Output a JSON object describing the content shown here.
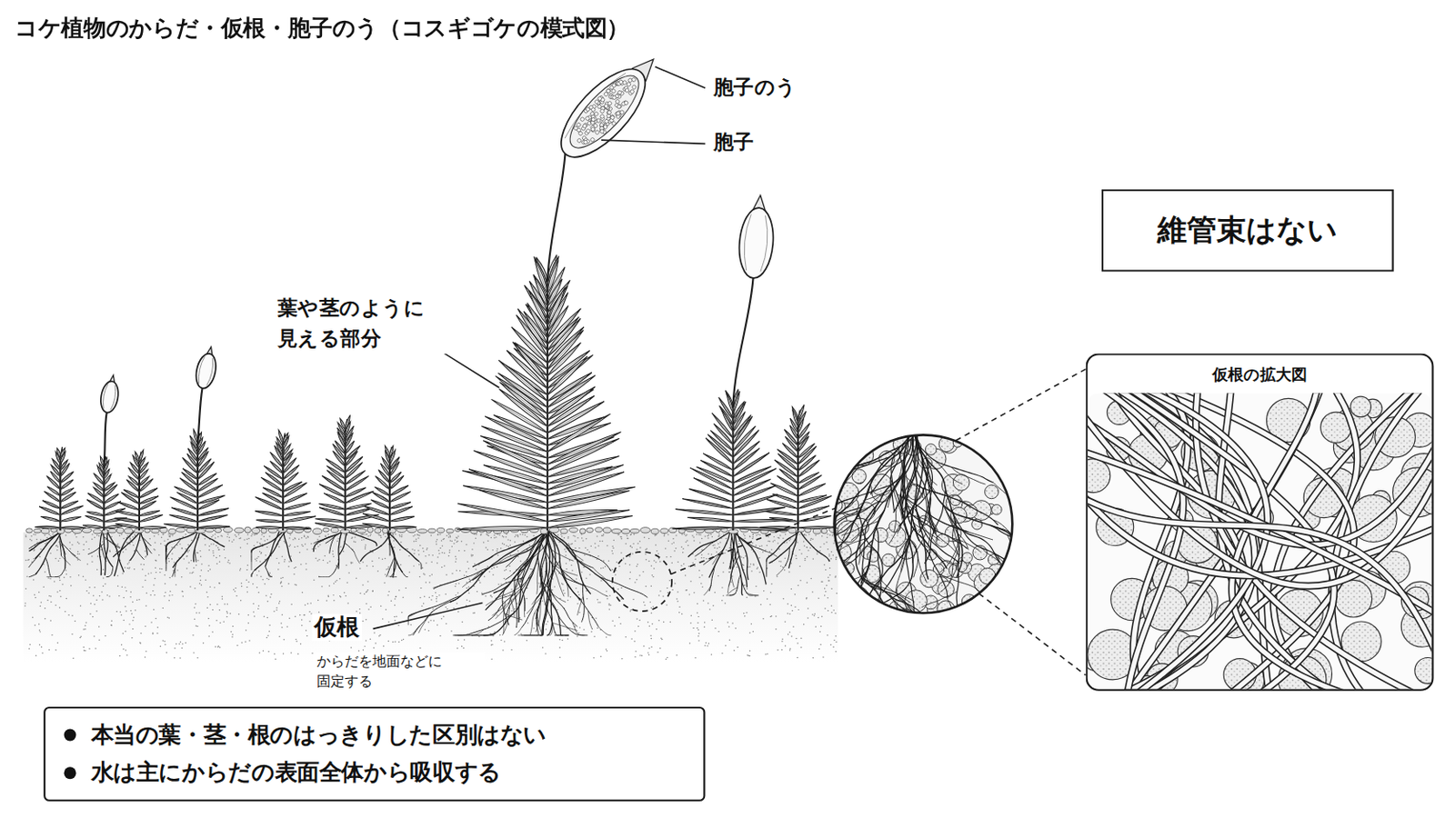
{
  "diagram": {
    "title": "コケ植物のからだ・仮根・胞子のう（コスギゴケの模式図）",
    "nodes": [
      {
        "text": [
          "維管束はない"
        ]
      },
      {
        "text": [
          "仮根の拡大図"
        ]
      },
      {
        "text": [
          "本当の葉・茎・根のはっきりした区別はない",
          "水は主にからだの表面全体から吸収する"
        ]
      }
    ],
    "labels": [
      "胞子のう",
      "胞子",
      "葉や茎のように 見える部分",
      "仮根",
      "からだを地面などに 固定する"
    ]
  }
}
